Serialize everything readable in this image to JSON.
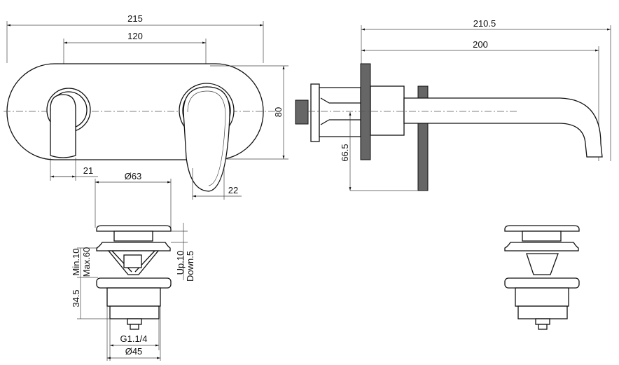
{
  "dimensions": {
    "overall_width": "215",
    "handle_spacing": "120",
    "plate_height": "80",
    "lever_width_left": "21",
    "lever_width_right": "22",
    "cap_diameter": "Ø63",
    "spout_total": "210.5",
    "spout_reach": "200",
    "spout_height": "66.5",
    "drain_min_max": [
      "Min.10",
      "Max.60"
    ],
    "drain_up_down": [
      "Up.10",
      "Down.5"
    ],
    "drain_height": "34.5",
    "drain_thread": "G1.1/4",
    "drain_diameter": "Ø45"
  },
  "colors": {
    "line": "#111111",
    "fill": "#ffffff"
  }
}
